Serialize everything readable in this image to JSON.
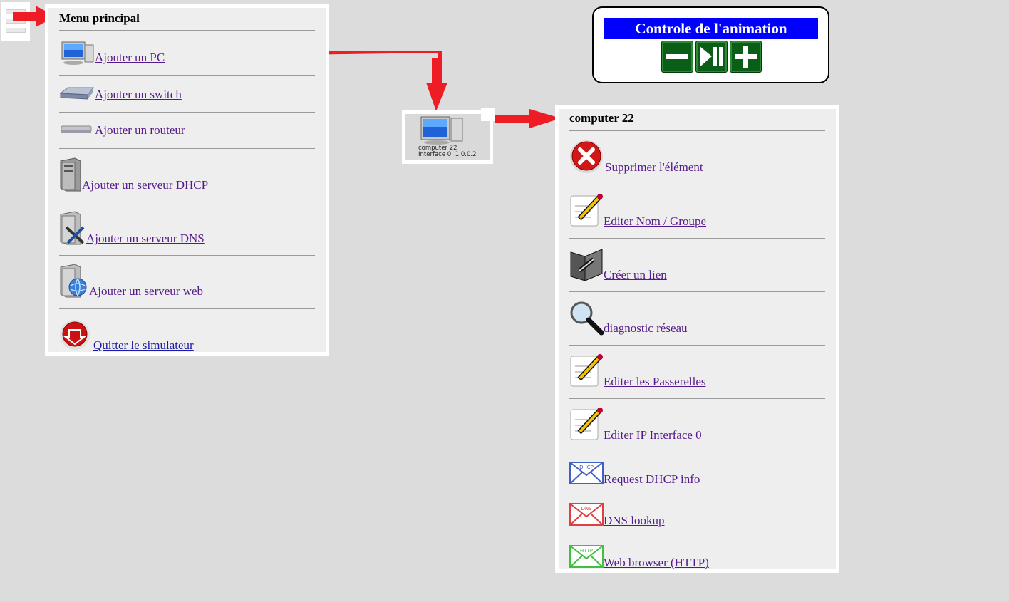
{
  "main_menu": {
    "title": "Menu principal",
    "items": [
      {
        "label": " Ajouter un PC",
        "icon": "pc-icon"
      },
      {
        "label": " Ajouter un switch",
        "icon": "switch-icon"
      },
      {
        "label": " Ajouter un routeur",
        "icon": "router-icon"
      },
      {
        "label": " Ajouter un serveur DHCP",
        "icon": "dhcp-server-icon"
      },
      {
        "label": " Ajouter un serveur DNS",
        "icon": "dns-server-icon"
      },
      {
        "label": " Ajouter un serveur web",
        "icon": "web-server-icon"
      },
      {
        "label": " Quitter le simulateur",
        "icon": "quit-icon"
      }
    ]
  },
  "animation": {
    "title": "Controle de l'animation",
    "buttons": [
      "minus-icon",
      "play-pause-icon",
      "plus-icon"
    ]
  },
  "node": {
    "name": "computer 22",
    "interface": "Interface 0: 1.0.0.2"
  },
  "context_menu": {
    "title": "computer 22",
    "items": [
      {
        "label": "Supprimer l'élément",
        "icon": "delete-icon"
      },
      {
        "label": "Editer Nom / Groupe",
        "icon": "edit-pencil-icon"
      },
      {
        "label": "Créer un lien",
        "icon": "link-book-icon"
      },
      {
        "label": "diagnostic réseau",
        "icon": "magnifier-icon"
      },
      {
        "label": "Editer les Passerelles",
        "icon": "edit-pencil-icon"
      },
      {
        "label": "Editer IP Interface 0",
        "icon": "edit-pencil-icon"
      },
      {
        "label": "Request DHCP info",
        "icon": "dhcp-envelope-icon",
        "badge": "DHCP"
      },
      {
        "label": "DNS lookup",
        "icon": "dns-envelope-icon",
        "badge": "DNS"
      },
      {
        "label": "Web browser (HTTP)",
        "icon": "http-envelope-icon",
        "badge": "HTTP"
      }
    ]
  },
  "colors": {
    "arrow": "#ee1c24",
    "anim_title_bg": "#0000ff",
    "anim_button": "#0b5e17"
  }
}
